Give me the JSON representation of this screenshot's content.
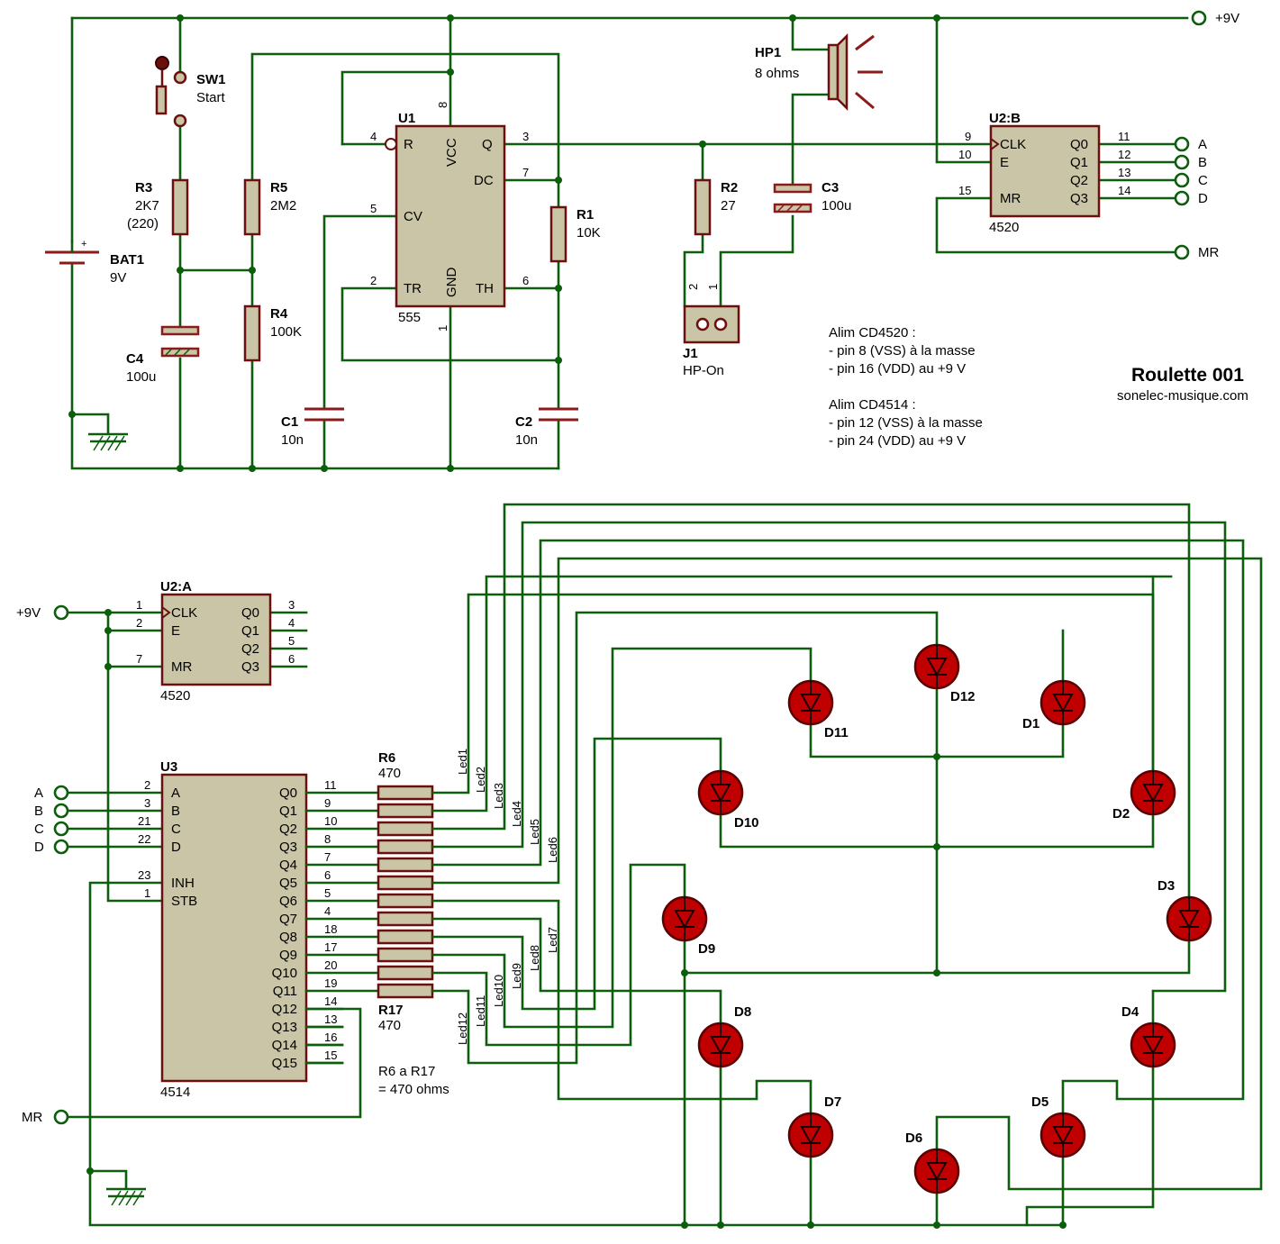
{
  "title": "Roulette 001",
  "site": "sonelec-musique.com",
  "notes": {
    "cd4520_head": "Alim CD4520 :",
    "cd4520_l1": "- pin 8 (VSS) à la masse",
    "cd4520_l2": "- pin 16 (VDD) au +9 V",
    "cd4514_head": "Alim CD4514 :",
    "cd4514_l1": "- pin 12 (VSS) à la masse",
    "cd4514_l2": "- pin 24 (VDD) au +9 V",
    "res_l1": "R6 a R17",
    "res_l2": "= 470 ohms"
  },
  "terminals": {
    "vcc_top": "+9V",
    "vcc_left": "+9V",
    "out_a": "A",
    "out_b": "B",
    "out_c": "C",
    "out_d": "D",
    "out_mr": "MR",
    "in_a": "A",
    "in_b": "B",
    "in_c": "C",
    "in_d": "D",
    "in_mr": "MR"
  },
  "components": {
    "sw1": {
      "ref": "SW1",
      "value": "Start"
    },
    "r3": {
      "ref": "R3",
      "value": "2K7",
      "alt": "(220)"
    },
    "r5": {
      "ref": "R5",
      "value": "2M2"
    },
    "r4": {
      "ref": "R4",
      "value": "100K"
    },
    "r1": {
      "ref": "R1",
      "value": "10K"
    },
    "r2": {
      "ref": "R2",
      "value": "27"
    },
    "bat1": {
      "ref": "BAT1",
      "value": "9V"
    },
    "c4": {
      "ref": "C4",
      "value": "100u"
    },
    "c1": {
      "ref": "C1",
      "value": "10n"
    },
    "c2": {
      "ref": "C2",
      "value": "10n"
    },
    "c3": {
      "ref": "C3",
      "value": "100u"
    },
    "hp1": {
      "ref": "HP1",
      "value": "8 ohms"
    },
    "j1": {
      "ref": "J1",
      "value": "HP-On"
    },
    "u1": {
      "ref": "U1",
      "type": "555"
    },
    "u2b": {
      "ref": "U2:B",
      "type": "4520"
    },
    "u2a": {
      "ref": "U2:A",
      "type": "4520"
    },
    "u3": {
      "ref": "U3",
      "type": "4514"
    },
    "r6": {
      "ref": "R6",
      "value": "470"
    },
    "r17": {
      "ref": "R17",
      "value": "470"
    }
  },
  "u1_pins": {
    "r": "R",
    "vcc": "VCC",
    "q": "Q",
    "dc": "DC",
    "cv": "CV",
    "tr": "TR",
    "gnd": "GND",
    "th": "TH",
    "n4": "4",
    "n8": "8",
    "n3": "3",
    "n7": "7",
    "n5": "5",
    "n2": "2",
    "n1": "1",
    "n6": "6"
  },
  "u2b_pins": {
    "clk": "CLK",
    "e": "E",
    "mr": "MR",
    "q0": "Q0",
    "q1": "Q1",
    "q2": "Q2",
    "q3": "Q3",
    "n9": "9",
    "n10": "10",
    "n15": "15",
    "n11": "11",
    "n12": "12",
    "n13": "13",
    "n14": "14"
  },
  "u2a_pins": {
    "clk": "CLK",
    "e": "E",
    "mr": "MR",
    "q0": "Q0",
    "q1": "Q1",
    "q2": "Q2",
    "q3": "Q3",
    "n1": "1",
    "n2": "2",
    "n7": "7",
    "n3": "3",
    "n4": "4",
    "n5": "5",
    "n6": "6"
  },
  "u3_left": [
    {
      "name": "A",
      "pin": "2"
    },
    {
      "name": "B",
      "pin": "3"
    },
    {
      "name": "C",
      "pin": "21"
    },
    {
      "name": "D",
      "pin": "22"
    },
    {
      "name": "INH",
      "pin": "23"
    },
    {
      "name": "STB",
      "pin": "1"
    }
  ],
  "u3_right": [
    {
      "name": "Q0",
      "pin": "11"
    },
    {
      "name": "Q1",
      "pin": "9"
    },
    {
      "name": "Q2",
      "pin": "10"
    },
    {
      "name": "Q3",
      "pin": "8"
    },
    {
      "name": "Q4",
      "pin": "7"
    },
    {
      "name": "Q5",
      "pin": "6"
    },
    {
      "name": "Q6",
      "pin": "5"
    },
    {
      "name": "Q7",
      "pin": "4"
    },
    {
      "name": "Q8",
      "pin": "18"
    },
    {
      "name": "Q9",
      "pin": "17"
    },
    {
      "name": "Q10",
      "pin": "20"
    },
    {
      "name": "Q11",
      "pin": "19"
    },
    {
      "name": "Q12",
      "pin": "14"
    },
    {
      "name": "Q13",
      "pin": "13"
    },
    {
      "name": "Q14",
      "pin": "16"
    },
    {
      "name": "Q15",
      "pin": "15"
    }
  ],
  "j1_pins": {
    "p1": "1",
    "p2": "2"
  },
  "led_labels": [
    "Led1",
    "Led2",
    "Led3",
    "Led4",
    "Led5",
    "Led6",
    "Led7",
    "Led8",
    "Led9",
    "Led10",
    "Led11",
    "Led12"
  ],
  "diodes": {
    "d1": "D1",
    "d2": "D2",
    "d3": "D3",
    "d4": "D4",
    "d5": "D5",
    "d6": "D6",
    "d7": "D7",
    "d8": "D8",
    "d9": "D9",
    "d10": "D10",
    "d11": "D11",
    "d12": "D12"
  },
  "colors": {
    "wire": "#0c5d0c",
    "body": "#c9c5a6",
    "outline": "#6b0f0f",
    "led": "#c00000"
  }
}
